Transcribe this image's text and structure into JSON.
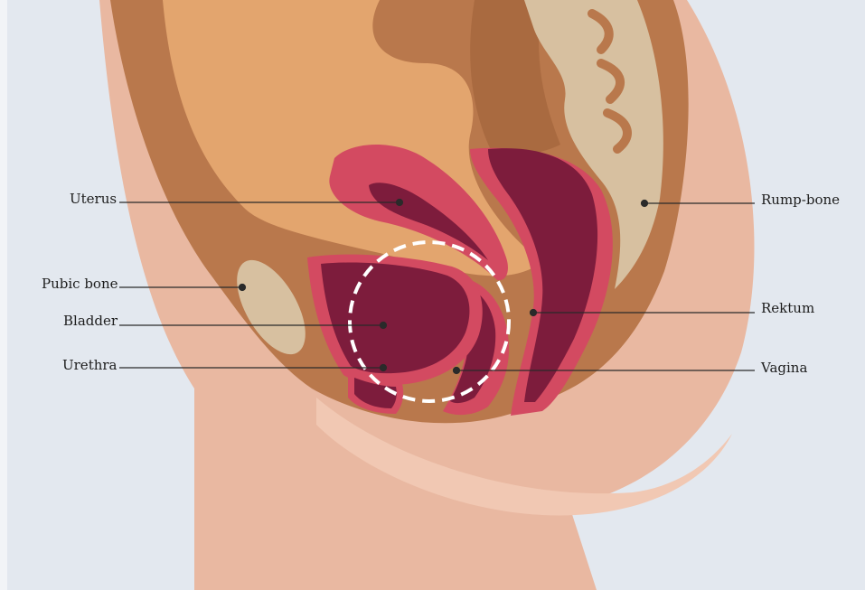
{
  "labels": {
    "uterus": "Uterus",
    "pubic_bone": "Pubic bone",
    "bladder": "Bladder",
    "urethra": "Urethra",
    "rump_bone": "Rump-bone",
    "rektum": "Rektum",
    "vagina": "Vagina"
  },
  "colors": {
    "background": "#e3e8ef",
    "skin": "#e9b8a1",
    "muscle": "#b9784c",
    "abdomen": "#e3a56e",
    "bone": "#d7c0a0",
    "organ_outer": "#d34a61",
    "organ_inner": "#7d1c3c",
    "highlight_circle": "#ffffff"
  }
}
